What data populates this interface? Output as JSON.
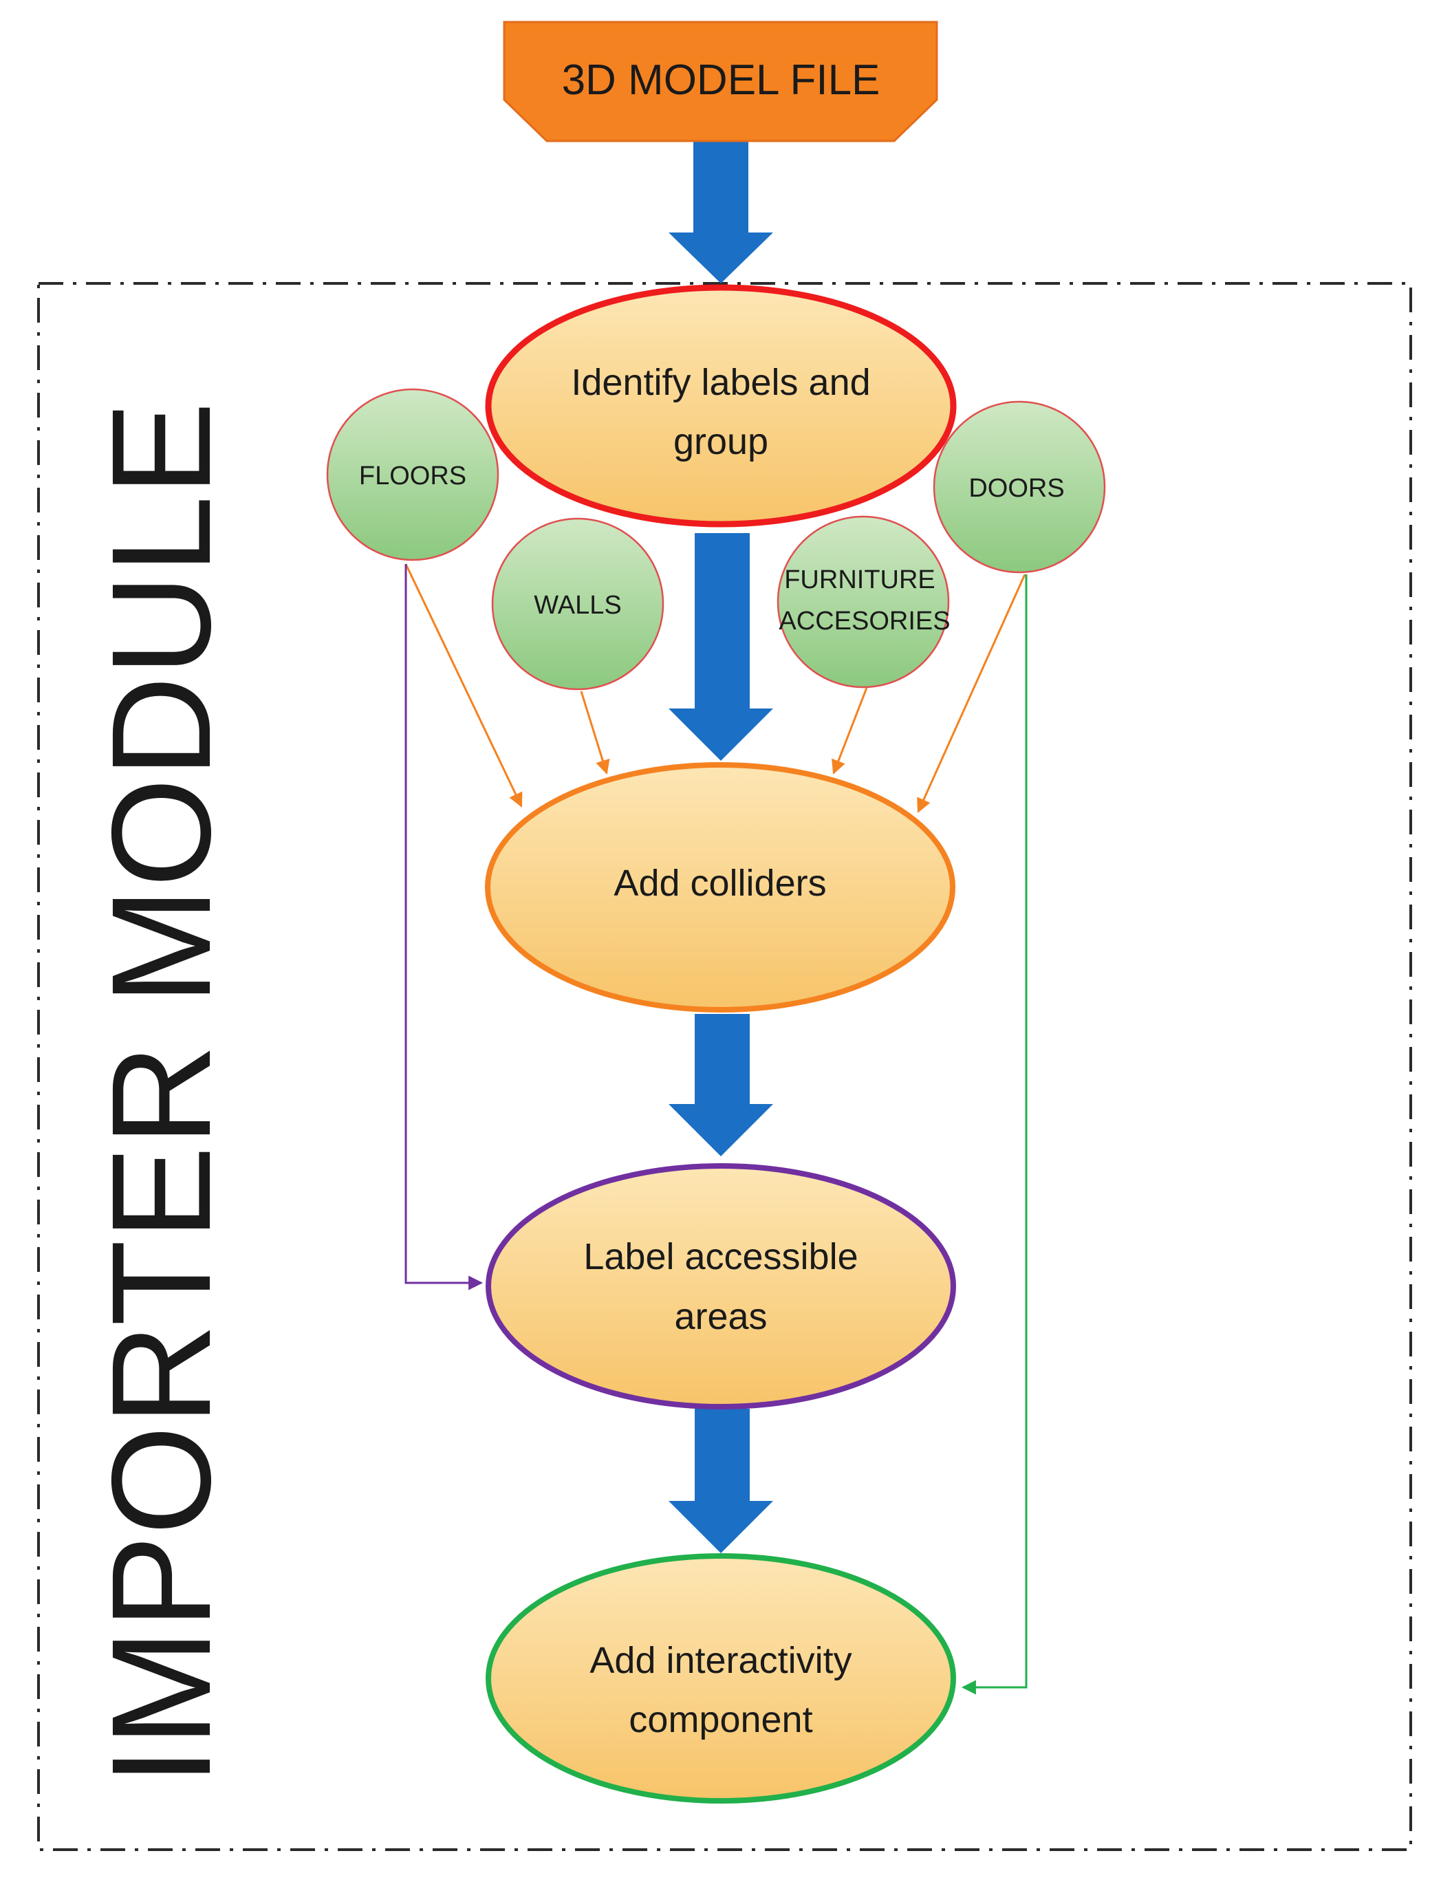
{
  "diagram": {
    "source": {
      "label": "3D MODEL FILE",
      "fill": "#F58220",
      "stroke": "#E8702A"
    },
    "module_label": "IMPORTER MODULE",
    "steps": {
      "identify": {
        "line1": "Identify labels and",
        "line2": "group",
        "stroke": "#EE1C1C"
      },
      "colliders": {
        "label": "Add colliders",
        "stroke": "#F58220"
      },
      "accessible": {
        "line1": "Label accessible",
        "line2": "areas",
        "stroke": "#7030A0"
      },
      "interactivity": {
        "line1": "Add interactivity",
        "line2": "component",
        "stroke": "#21B04B"
      }
    },
    "groups": {
      "floors": "FLOORS",
      "walls": "WALLS",
      "furniture_line1": "FURNITURE",
      "furniture_line2": "ACCESORIES",
      "doors": "DOORS"
    },
    "colors": {
      "main_arrow": "#1B6FC4",
      "group_arrow": "#F58220",
      "floors_link": "#7030A0",
      "doors_link": "#21B04B",
      "step_fill_top": "#FCE1A8",
      "step_fill_bottom": "#F7C46A",
      "group_fill_top": "#C9E5BE",
      "group_fill_bottom": "#8FCB84",
      "group_stroke": "#E05050"
    }
  }
}
